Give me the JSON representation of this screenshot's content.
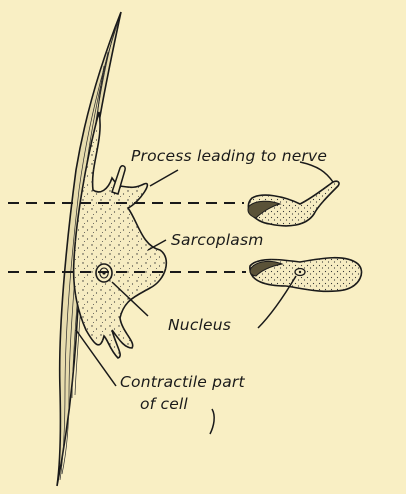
{
  "diagram": {
    "labels": {
      "process": "Process leading to nerve",
      "sarcoplasm": "Sarcoplasm",
      "nucleus": "Nucleus",
      "contractile_line1": "Contractile part",
      "contractile_line2": "of cell"
    }
  },
  "colors": {
    "background": "#f9efc4",
    "ink": "#1a1a1a",
    "sarcoplasm_fill": "#f6ecc2"
  }
}
